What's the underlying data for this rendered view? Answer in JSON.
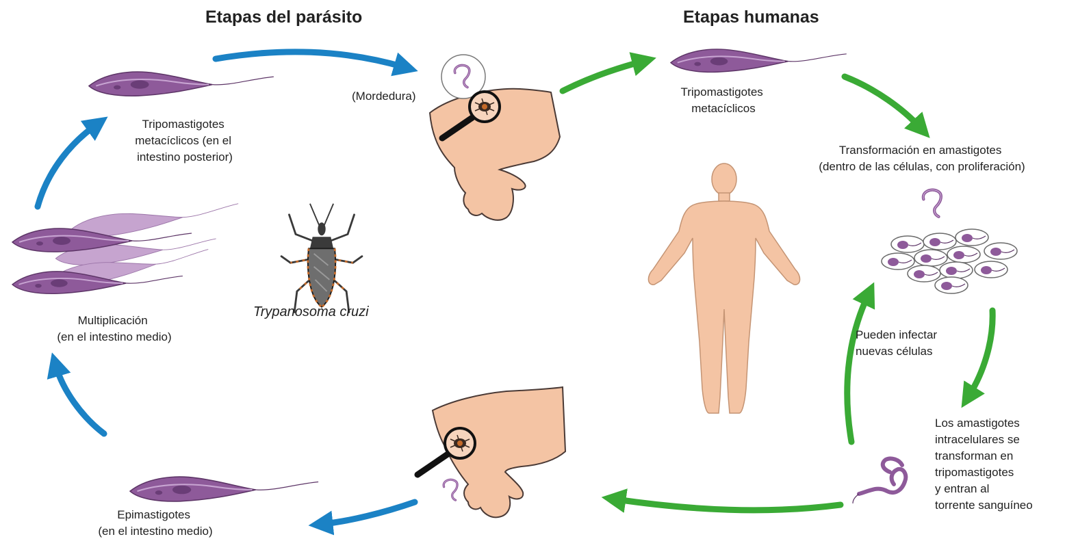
{
  "headings": {
    "parasite": "Etapas del parásito",
    "human": "Etapas humanas"
  },
  "labels": {
    "bite": "(Mordedura)",
    "vector_trypo": [
      "Tripomastigotes",
      "metacíclicos (en el",
      "intestino posterior)"
    ],
    "human_trypo": [
      "Tripomastigotes",
      "metacíclicos"
    ],
    "amastigote": [
      "Transformación en amastigotes",
      "(dentro de las células, con proliferación)"
    ],
    "reinfect": [
      "Pueden infectar",
      "nuevas células"
    ],
    "bloodstream": [
      "Los amastigotes",
      "intracelulares se",
      "transforman en",
      "tripomastigotes",
      "y entran al",
      "torrente sanguíneo"
    ],
    "multiply": [
      "Multiplicación",
      "(en el intestino medio)"
    ],
    "epimastigote": [
      "Epimastigotes",
      "(en el intestino medio)"
    ],
    "species": "Trypanosoma cruzi"
  },
  "colors": {
    "parasite_arrow": "#1b82c5",
    "human_arrow": "#3aaa35",
    "parasite_body": "#8e5a9a",
    "parasite_light": "#b48cbf",
    "skin": "#f4c4a4",
    "skin_outline": "#4a3a36",
    "bug_body": "#4a4a4a",
    "bug_stripe": "#c46a2a"
  },
  "icons": [
    "trypanosome-icon",
    "kissing-bug-icon",
    "arm-icon",
    "magnifier-icon",
    "human-body-icon",
    "cell-cluster-icon"
  ]
}
